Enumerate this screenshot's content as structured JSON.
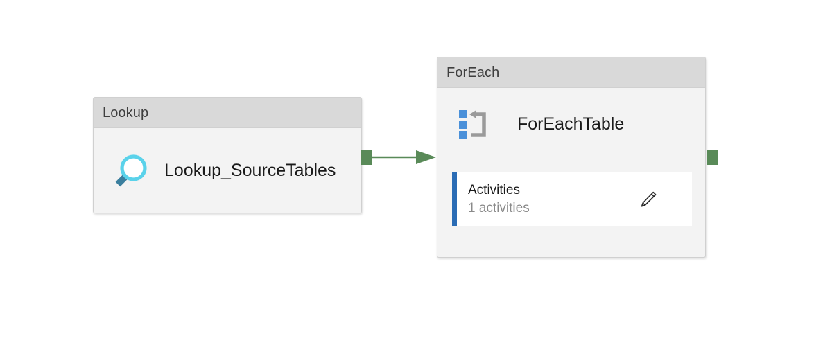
{
  "canvas": {
    "background_color": "#ffffff",
    "accent_green": "#598a58",
    "accent_blue": "#2a6cb5",
    "header_gray": "#d9d9d9",
    "body_gray": "#f3f3f3"
  },
  "nodes": [
    {
      "id": "lookup",
      "header_title": "Lookup",
      "label": "Lookup_SourceTables",
      "icon": "magnifier-icon",
      "icon_colors": {
        "ring": "#5ad2ea",
        "handle": "#3b7f9e"
      }
    },
    {
      "id": "foreach",
      "header_title": "ForEach",
      "label": "ForEachTable",
      "icon": "foreach-loop-icon",
      "icon_colors": {
        "squares": "#4a90d9",
        "loop": "#9a9a9a"
      },
      "activities": {
        "title": "Activities",
        "count_label": "1 activities",
        "edit_icon": "pencil-icon",
        "accent_color": "#2a6cb5"
      }
    }
  ],
  "ports": [
    {
      "id": "lookup-output",
      "node": "lookup",
      "side": "right",
      "color": "#598a58"
    },
    {
      "id": "foreach-output",
      "node": "foreach",
      "side": "right",
      "color": "#598a58"
    }
  ],
  "connectors": [
    {
      "id": "lookup-to-foreach",
      "from": "lookup",
      "to": "foreach",
      "color": "#598a58",
      "arrowhead": "solid-triangle"
    }
  ]
}
